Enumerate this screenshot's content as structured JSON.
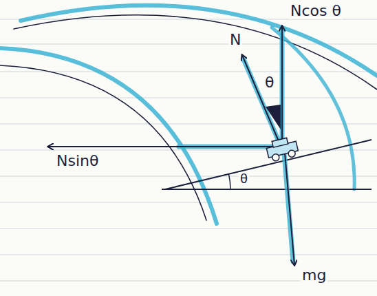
{
  "diagram": {
    "labels": [
      "Ncos θ",
      "N",
      "θ",
      "Nsinθ",
      "θ",
      "mg"
    ]
  }
}
